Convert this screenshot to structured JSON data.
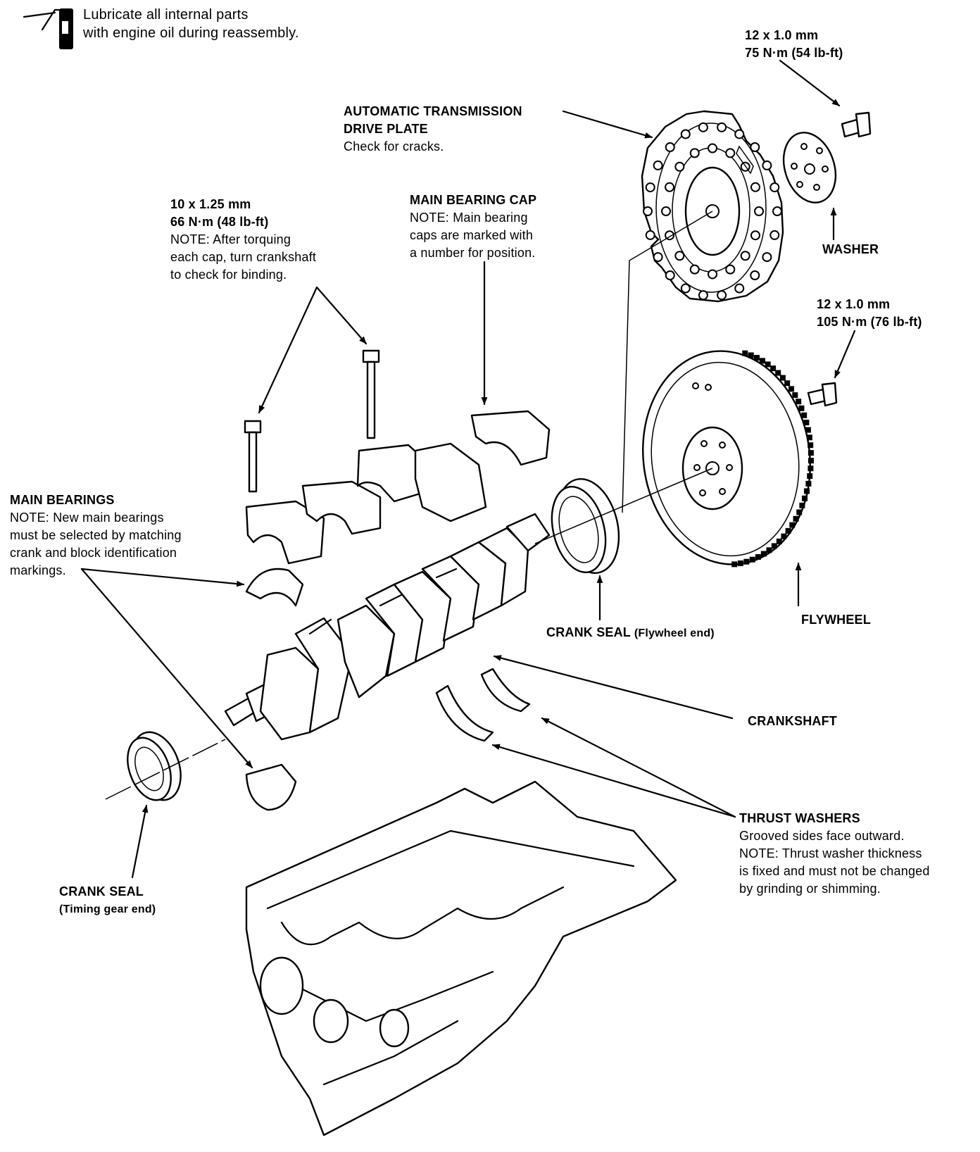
{
  "header_note": {
    "line1": "Lubricate all internal parts",
    "line2": "with engine oil during reassembly.",
    "icon": "oil-can-icon"
  },
  "labels": {
    "drive_plate_bolt": {
      "spec": "12 x 1.0 mm",
      "torque": "75 N·m (54 lb-ft)"
    },
    "drive_plate": {
      "title1": "AUTOMATIC TRANSMISSION",
      "title2": "DRIVE PLATE",
      "note": "Check for cracks."
    },
    "washer": {
      "title": "WASHER"
    },
    "flywheel_bolt": {
      "spec": "12 x 1.0 mm",
      "torque": "105 N·m (76 lb-ft)"
    },
    "cap_bolt": {
      "spec": "10 x 1.25 mm",
      "torque": "66 N·m (48 lb-ft)",
      "note1": "NOTE: After torquing",
      "note2": "each cap, turn crankshaft",
      "note3": "to check for binding."
    },
    "main_bearing_cap": {
      "title": "MAIN BEARING CAP",
      "note1": "NOTE: Main bearing",
      "note2": "caps are marked with",
      "note3": "a number for position."
    },
    "main_bearings": {
      "title": "MAIN BEARINGS",
      "note1": "NOTE: New main bearings",
      "note2": "must be selected by matching",
      "note3": "crank and block identification",
      "note4": "markings."
    },
    "crank_seal_flywheel": {
      "title": "CRANK SEAL",
      "sub": "(Flywheel end)"
    },
    "flywheel": {
      "title": "FLYWHEEL"
    },
    "crankshaft": {
      "title": "CRANKSHAFT"
    },
    "thrust_washers": {
      "title": "THRUST WASHERS",
      "note1": "Grooved sides face outward.",
      "note2": "NOTE: Thrust washer thickness",
      "note3": "is fixed and must not be changed",
      "note4": "by grinding or shimming."
    },
    "crank_seal_timing": {
      "title": "CRANK SEAL",
      "sub": "(Timing gear end)"
    }
  }
}
